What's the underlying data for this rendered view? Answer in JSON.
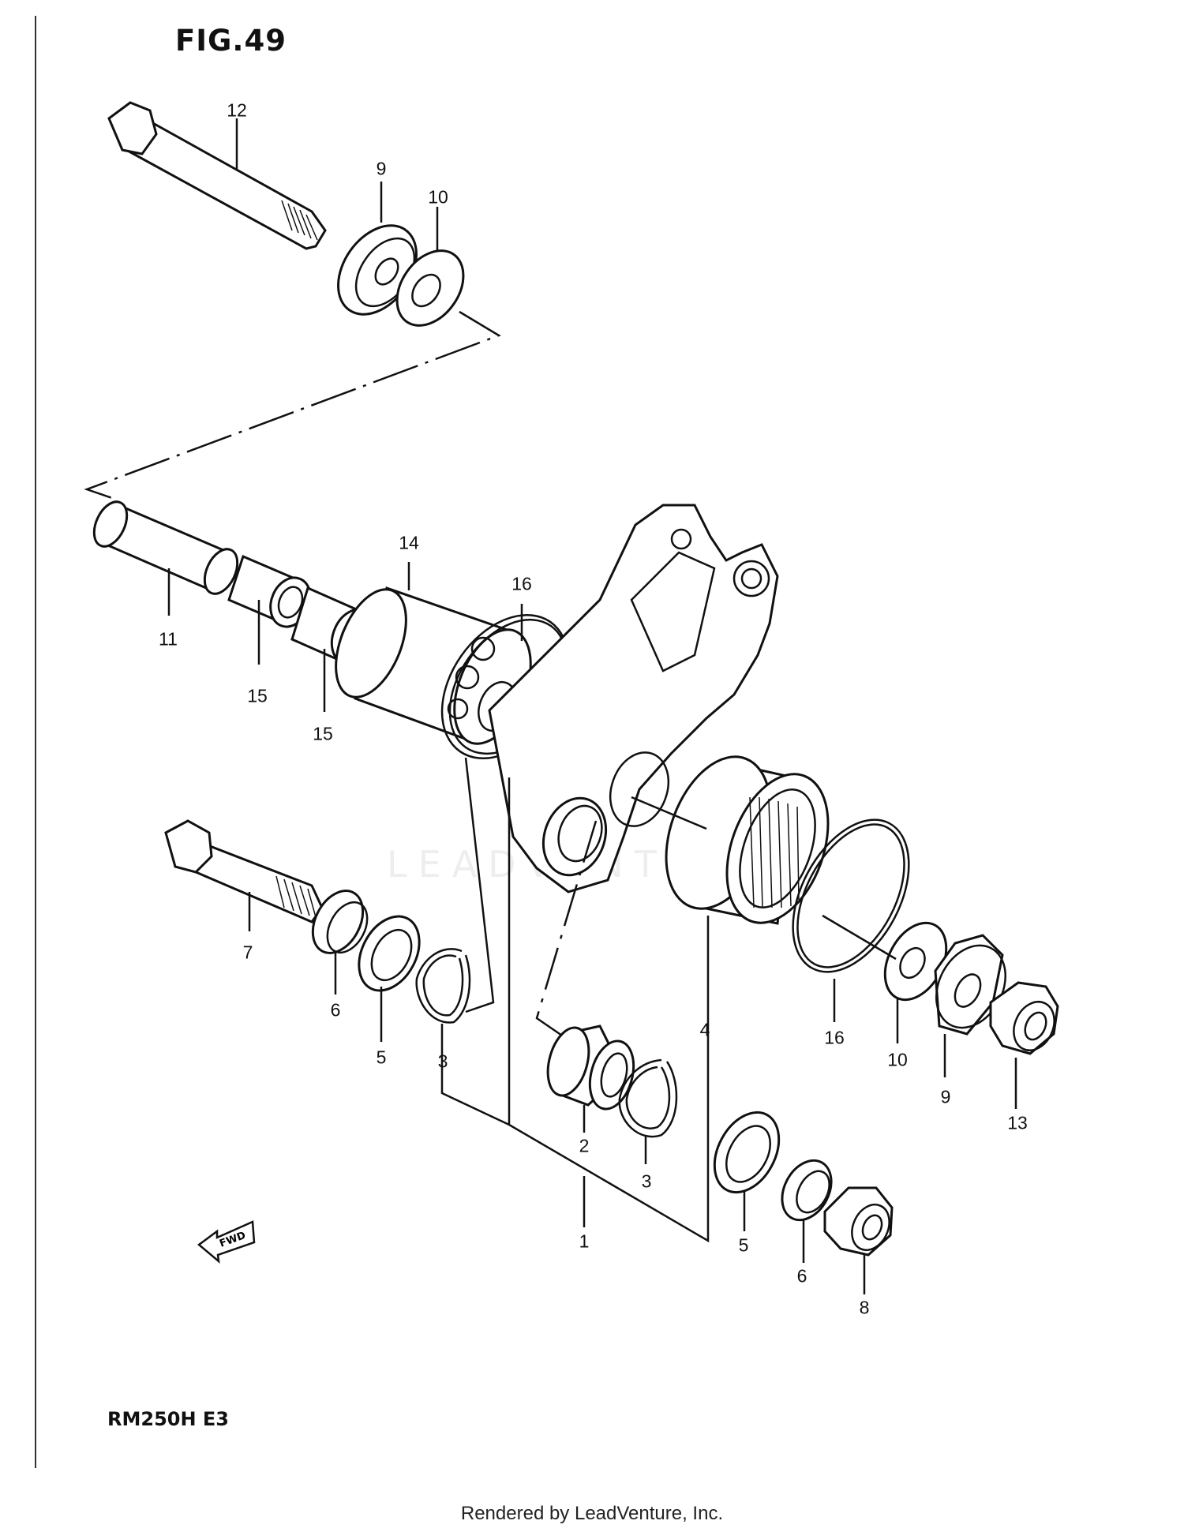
{
  "figure": {
    "title": "FIG.49",
    "model_code": "RM250H E3"
  },
  "footer": {
    "text": "Rendered by LeadVenture, Inc."
  },
  "watermark": {
    "text": "LEADVENTURE"
  },
  "direction_arrow": {
    "label": "FWD"
  },
  "callouts": [
    {
      "id": "c12a",
      "label": "12"
    },
    {
      "id": "c9a",
      "label": "9"
    },
    {
      "id": "c10a",
      "label": "10"
    },
    {
      "id": "c14",
      "label": "14"
    },
    {
      "id": "c16a",
      "label": "16"
    },
    {
      "id": "c11",
      "label": "11"
    },
    {
      "id": "c15a",
      "label": "15"
    },
    {
      "id": "c15b",
      "label": "15"
    },
    {
      "id": "c7",
      "label": "7"
    },
    {
      "id": "c6a",
      "label": "6"
    },
    {
      "id": "c5a",
      "label": "5"
    },
    {
      "id": "c3a",
      "label": "3"
    },
    {
      "id": "c4",
      "label": "4"
    },
    {
      "id": "c16b",
      "label": "16"
    },
    {
      "id": "c10b",
      "label": "10"
    },
    {
      "id": "c9b",
      "label": "9"
    },
    {
      "id": "c13",
      "label": "13"
    },
    {
      "id": "c2",
      "label": "2"
    },
    {
      "id": "c3b",
      "label": "3"
    },
    {
      "id": "c1",
      "label": "1"
    },
    {
      "id": "c5b",
      "label": "5"
    },
    {
      "id": "c6b",
      "label": "6"
    },
    {
      "id": "c8",
      "label": "8"
    }
  ]
}
